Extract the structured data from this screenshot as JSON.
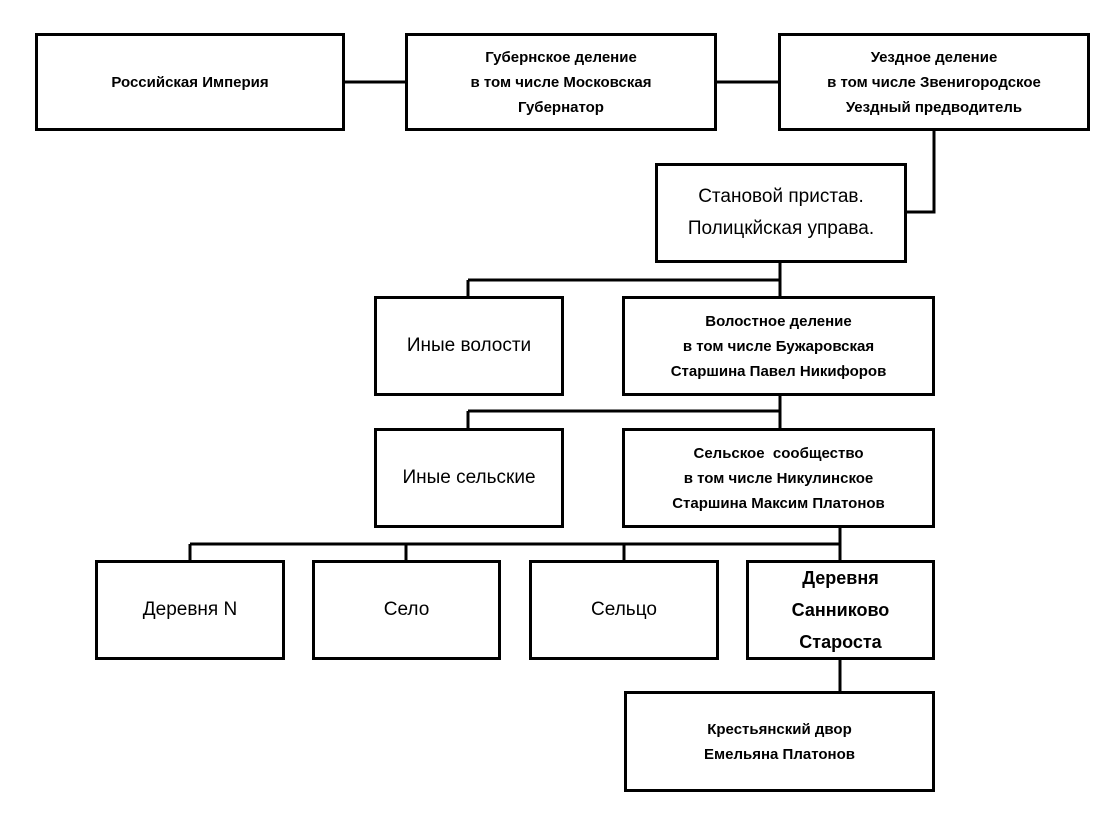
{
  "nodes": {
    "empire": {
      "lines": [
        "Российская Империя"
      ]
    },
    "province": {
      "lines": [
        "Губернское деление",
        "в том числе Московская",
        "Губернатор"
      ]
    },
    "uyezd": {
      "lines": [
        "Уездное деление",
        "в том числе Звенигородское",
        "Уездный предводитель"
      ]
    },
    "police": {
      "lines": [
        "Становой пристав.",
        "Полицкйская управа."
      ]
    },
    "other_volosts": {
      "lines": [
        "Иные волости"
      ]
    },
    "volost": {
      "lines": [
        "Волостное деление",
        "в том числе Бужаровская",
        "Старшина Павел Никифоров"
      ]
    },
    "other_rural": {
      "lines": [
        "Иные сельские"
      ]
    },
    "rural": {
      "lines": [
        "Сельское  сообщество",
        "в том числе Никулинское",
        "Старшина Максим Платонов"
      ]
    },
    "village_n": {
      "lines": [
        "Деревня N"
      ]
    },
    "selo": {
      "lines": [
        "Село"
      ]
    },
    "seltso": {
      "lines": [
        "Сельцо"
      ]
    },
    "sannikovo": {
      "lines": [
        "Деревня",
        "Санниково",
        "Староста"
      ]
    },
    "household": {
      "lines": [
        "Крестьянский двор",
        "Емельяна Платонов"
      ]
    }
  }
}
